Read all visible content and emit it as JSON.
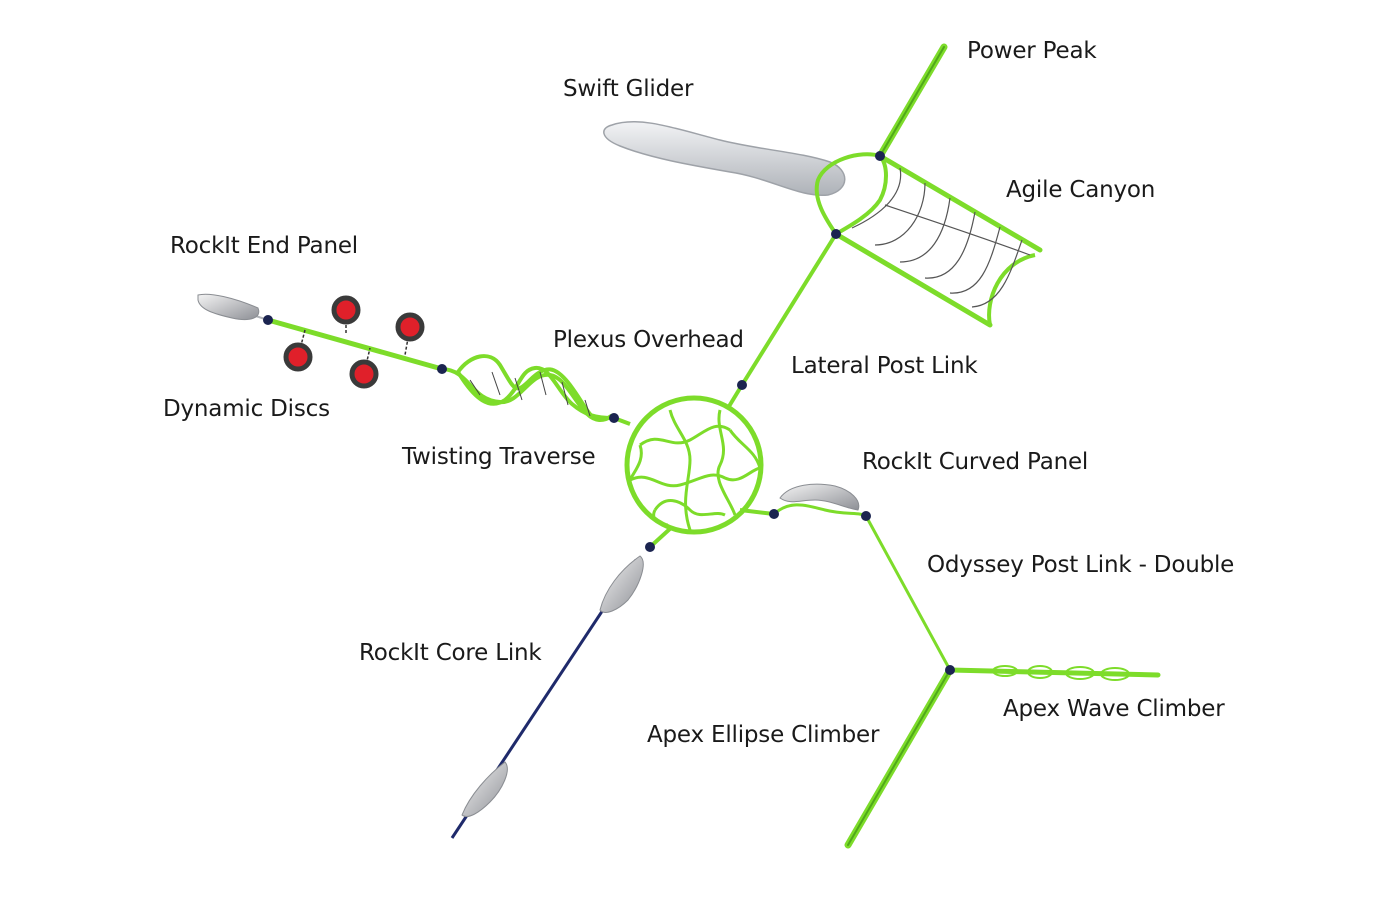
{
  "labels": {
    "power_peak": "Power Peak",
    "swift_glider": "Swift Glider",
    "agile_canyon": "Agile Canyon",
    "rockit_end_panel": "RockIt End Panel",
    "plexus_overhead": "Plexus Overhead",
    "lateral_post_link": "Lateral Post Link",
    "dynamic_discs": "Dynamic Discs",
    "twisting_traverse": "Twisting Traverse",
    "rockit_curved_panel": "RockIt Curved Panel",
    "odyssey_post_link_double": "Odyssey Post Link - Double",
    "rockit_core_link": "RockIt Core Link",
    "apex_ellipse_climber": "Apex Ellipse Climber",
    "apex_wave_climber": "Apex Wave Climber"
  },
  "colors": {
    "frame_green": "#7ddc2a",
    "frame_green_dark": "#4fa81a",
    "connector_navy": "#1b2450",
    "core_link_navy": "#1f2a6b",
    "disc_red": "#e0202a",
    "disc_dark": "#3a3a3a",
    "glider_grey": "#d9dbdf",
    "net_grey": "#555555"
  }
}
